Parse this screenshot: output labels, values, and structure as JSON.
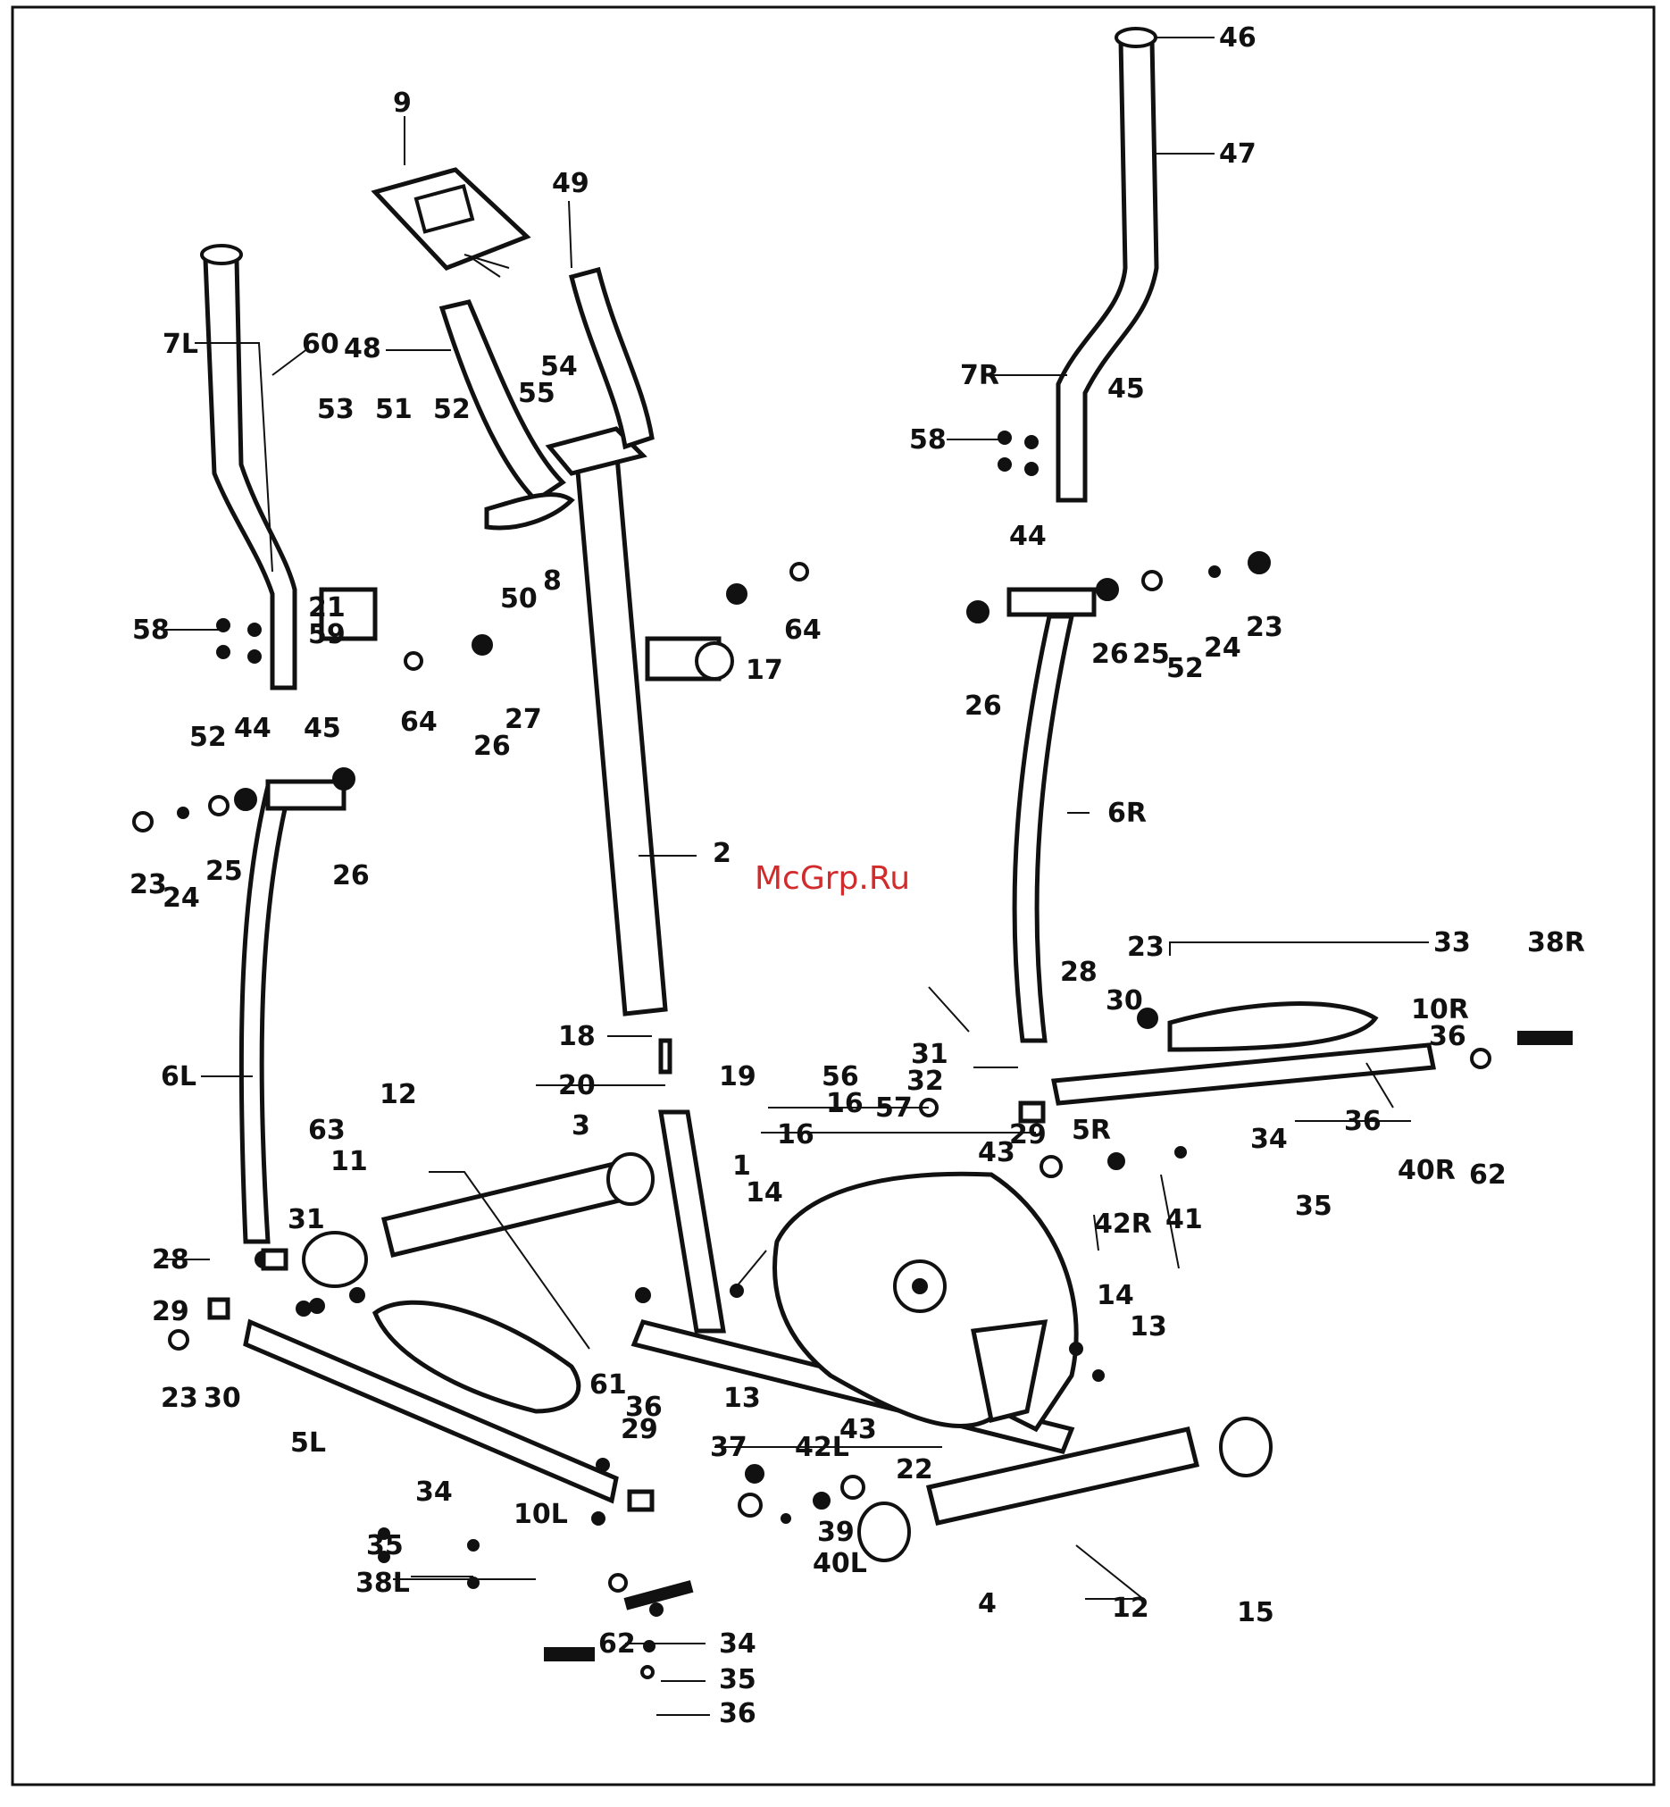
{
  "watermark": "McGrp.Ru",
  "labels": [
    "9",
    "49",
    "46",
    "47",
    "48",
    "54",
    "55",
    "53",
    "51",
    "52",
    "7R",
    "45",
    "58",
    "44",
    "7L",
    "60",
    "8",
    "50",
    "21",
    "59",
    "58",
    "44",
    "45",
    "64",
    "26",
    "27",
    "17",
    "64",
    "26",
    "26",
    "25",
    "52",
    "24",
    "23",
    "52",
    "24",
    "25",
    "26",
    "23",
    "2",
    "6R",
    "6L",
    "18",
    "33",
    "38R",
    "23",
    "28",
    "30",
    "10R",
    "36",
    "31",
    "32",
    "56",
    "19",
    "20",
    "16",
    "16",
    "57",
    "29",
    "5R",
    "34",
    "36",
    "43",
    "3",
    "1",
    "12",
    "63",
    "11",
    "31",
    "14",
    "42R",
    "41",
    "35",
    "40R",
    "62",
    "28",
    "29",
    "23",
    "30",
    "14",
    "13",
    "13",
    "22",
    "5L",
    "61",
    "36",
    "29",
    "37",
    "42L",
    "43",
    "34",
    "35",
    "39",
    "40L",
    "10L",
    "38L",
    "62",
    "34",
    "35",
    "36",
    "4",
    "12",
    "15"
  ],
  "colors": {
    "ink": "#111111",
    "watermark": "#d22b2b",
    "paper": "#ffffff"
  }
}
